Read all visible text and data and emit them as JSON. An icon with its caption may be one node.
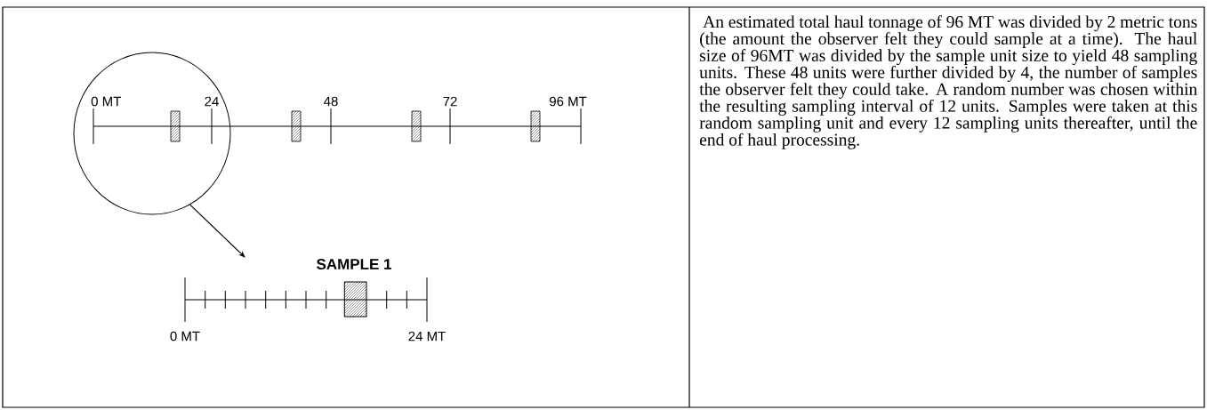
{
  "diagram": {
    "nodes": [
      {
        "text": [],
        "shape": "circle"
      },
      {
        "text": [],
        "shape": "picture"
      }
    ],
    "edges": [
      {
        "from": 0,
        "to": 1,
        "arrow": "to"
      }
    ],
    "labels": [
      "0 MT",
      "24",
      "48",
      "72",
      "96 MT",
      "SAMPLE 1",
      "0 MT",
      "24 MT",
      "An estimated total haul tonnage of 96 MT was divided by 2 metric tons (the amount the observer felt they could sample at a time). The haul size of 96MT was divided by the sample unit size to yield 48 sampling units. These 48 units were further divided by 4, the number of samples the observer felt they could take. A random number was chosen within the resulting sampling interval of 12 units. Samples were taken at this random sampling unit and every 12 sampling units thereafter, until the end of haul processing."
    ]
  }
}
